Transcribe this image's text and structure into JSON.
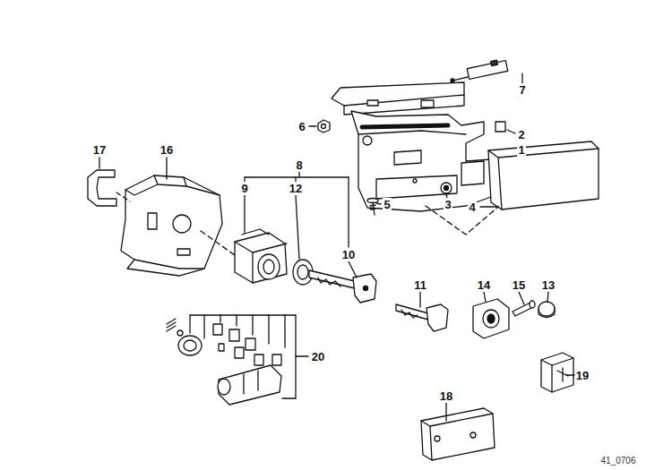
{
  "diagram": {
    "labels": [
      "7",
      "6",
      "2",
      "1",
      "17",
      "16",
      "8",
      "9",
      "12",
      "3",
      "5",
      "4",
      "10",
      "11",
      "14",
      "15",
      "13",
      "20",
      "19",
      "18",
      "41_0706"
    ]
  }
}
